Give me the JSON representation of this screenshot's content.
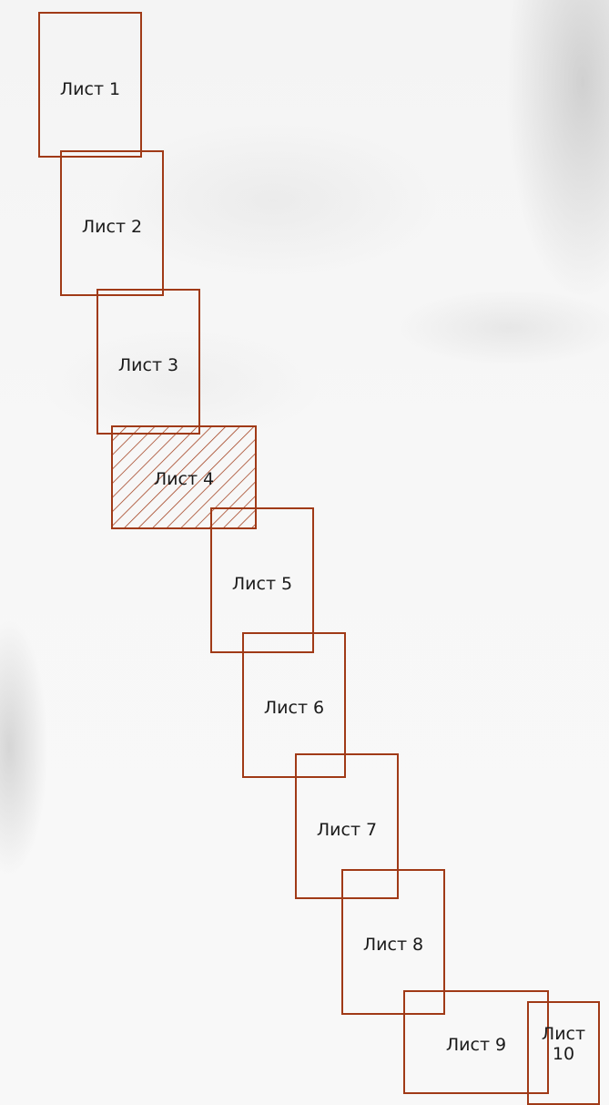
{
  "colors": {
    "sheet_outline": "#a03a17",
    "hatch": "#a03a17",
    "label": "#1a1a1a",
    "background": "#f6f6f6"
  },
  "sheets": [
    {
      "label": "Лист 1",
      "selected": false
    },
    {
      "label": "Лист 2",
      "selected": false
    },
    {
      "label": "Лист 3",
      "selected": false
    },
    {
      "label": "Лист 4",
      "selected": true
    },
    {
      "label": "Лист 5",
      "selected": false
    },
    {
      "label": "Лист 6",
      "selected": false
    },
    {
      "label": "Лист 7",
      "selected": false
    },
    {
      "label": "Лист 8",
      "selected": false
    },
    {
      "label": "Лист 9",
      "selected": false
    },
    {
      "label_lines": [
        "Лист",
        "10"
      ],
      "selected": false
    }
  ]
}
